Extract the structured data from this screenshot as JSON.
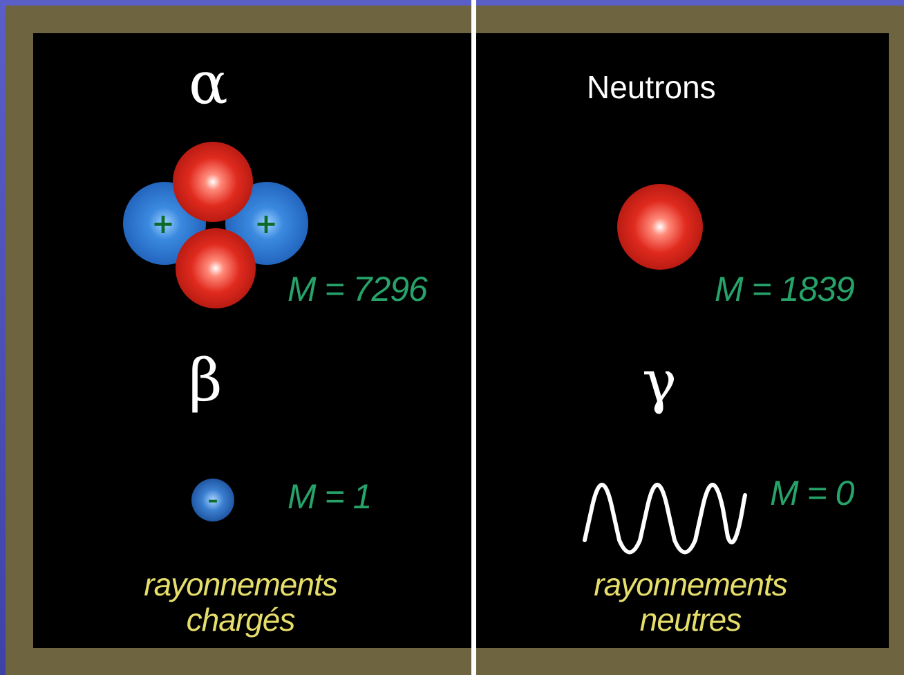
{
  "colors": {
    "slide_bg": "#4a4fb0",
    "frame": "#6e6440",
    "panel_bg": "#000000",
    "mass_text": "#27a36a",
    "caption_text": "#e6de6a",
    "proton": "#2a6fd0",
    "neutron": "#d8281f"
  },
  "left": {
    "alpha_symbol": "α",
    "alpha_mass": "M = 7296",
    "beta_symbol": "β",
    "beta_mass": "M = 1",
    "proton_sign": "+",
    "electron_sign": "–",
    "caption_line1": "rayonnements",
    "caption_line2": "chargés"
  },
  "right": {
    "neutrons_title": "Neutrons",
    "neutron_mass": "M = 1839",
    "gamma_symbol": "γ",
    "gamma_mass": "M = 0",
    "caption_line1": "rayonnements",
    "caption_line2": "neutres"
  }
}
